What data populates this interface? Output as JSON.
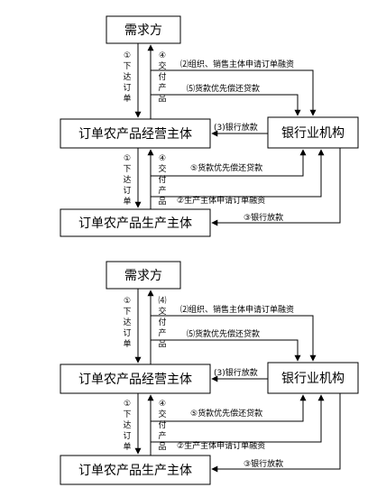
{
  "diagram_1": {
    "nodes": {
      "demand": "需求方",
      "operator": "订单农产品经营主体",
      "bank": "银行业机构",
      "producer": "订单农产品生产主体"
    },
    "edges": {
      "place_order_top": [
        "①",
        "下",
        "达",
        "订",
        "单"
      ],
      "deliver_top": [
        "④",
        "交",
        "付",
        "产",
        "品"
      ],
      "op_apply_finance": "⑵组织、销售主体申请订单融资",
      "repay_top": "⑸货款优先偿还贷款",
      "bank_loan_op": "(3)银行放款",
      "place_order_bottom": [
        "①",
        "下",
        "达",
        "订",
        "单"
      ],
      "deliver_bottom": [
        "④",
        "交",
        "付",
        "产",
        "品"
      ],
      "repay_bottom": "⑤货款优先偿还贷款",
      "prod_apply_finance": "②生产主体申请订单融资",
      "bank_loan_prod": "③银行放款"
    }
  },
  "diagram_2": {
    "nodes": {
      "demand": "需求方",
      "operator": "订单农产品经营主体",
      "bank": "银行业机构",
      "producer": "订单农产品生产主体"
    },
    "edges": {
      "place_order_top": [
        "①",
        "下",
        "达",
        "订",
        "单"
      ],
      "deliver_top": [
        "⑷",
        "交",
        "付",
        "产",
        "品"
      ],
      "op_apply_finance": "⑵组织、销售主体申请订单融资",
      "repay_top": "⑸货款优先偿还贷款",
      "bank_loan_op": "(3)银行放款",
      "place_order_bottom": [
        "①",
        "下",
        "达",
        "订",
        "单"
      ],
      "deliver_bottom": [
        "④",
        "交",
        "付",
        "产",
        "品"
      ],
      "repay_bottom": "⑤货款优先偿还贷款",
      "prod_apply_finance": "②生产主体申请订单融资",
      "bank_loan_prod": "③银行放款"
    }
  }
}
